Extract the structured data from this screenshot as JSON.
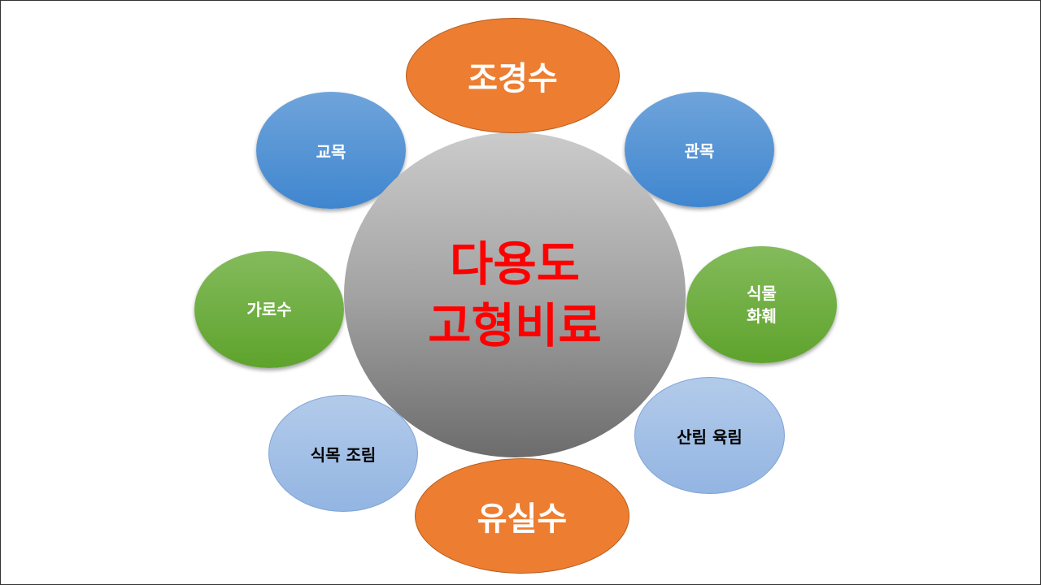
{
  "center": {
    "line1": "다용도",
    "line2": "고형비료"
  },
  "nodes": {
    "top": "조경수",
    "bottom": "유실수",
    "upper_left": "교목",
    "upper_right": "관목",
    "middle_left": "가로수",
    "middle_right_line1": "식물",
    "middle_right_line2": "화훼",
    "lower_left": "식목 조림",
    "lower_right": "산림 육림"
  },
  "colors": {
    "center_text": "#ff0000",
    "orange": "#ed7d31",
    "blue": "#4a8fd6",
    "green": "#6aab3c",
    "light_blue": "#a3c0e6"
  }
}
